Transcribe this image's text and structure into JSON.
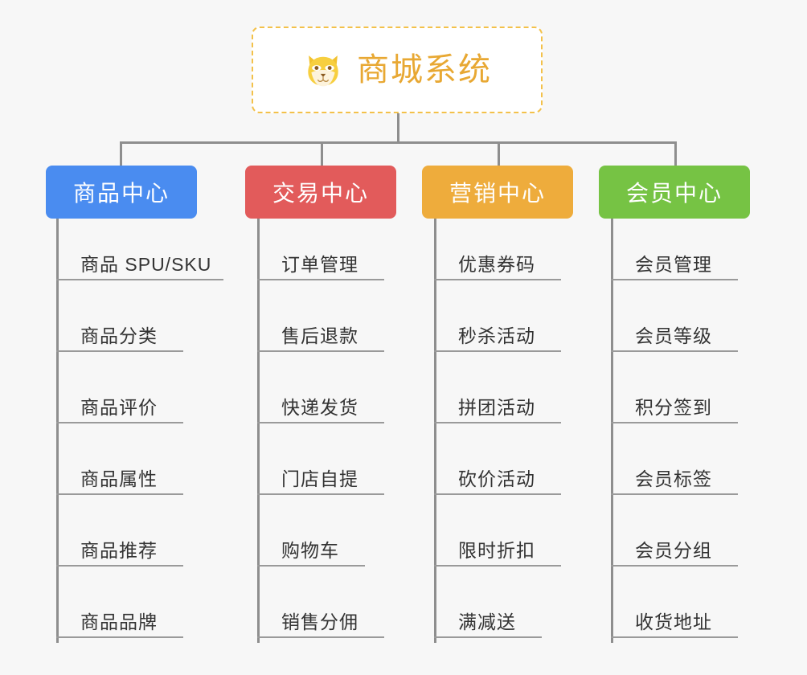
{
  "page": {
    "background_color": "#f7f7f7",
    "line_color": "#8e8e8e"
  },
  "root": {
    "title": "商城系统",
    "icon": "shiba-dog-face-icon",
    "text_color": "#e8a833",
    "border_color": "#f3c14a",
    "fill_color": "#ffffff"
  },
  "columns": [
    {
      "id": "product-center",
      "header": "商品中心",
      "color": "#4a8cf0",
      "items": [
        "商品 SPU/SKU",
        "商品分类",
        "商品评价",
        "商品属性",
        "商品推荐",
        "商品品牌"
      ]
    },
    {
      "id": "trade-center",
      "header": "交易中心",
      "color": "#e25b5b",
      "items": [
        "订单管理",
        "售后退款",
        "快递发货",
        "门店自提",
        "购物车",
        "销售分佣"
      ]
    },
    {
      "id": "marketing-center",
      "header": "营销中心",
      "color": "#eeac3c",
      "items": [
        "优惠券码",
        "秒杀活动",
        "拼团活动",
        "砍价活动",
        "限时折扣",
        "满减送"
      ]
    },
    {
      "id": "member-center",
      "header": "会员中心",
      "color": "#76c344",
      "items": [
        "会员管理",
        "会员等级",
        "积分签到",
        "会员标签",
        "会员分组",
        "收货地址"
      ]
    }
  ]
}
